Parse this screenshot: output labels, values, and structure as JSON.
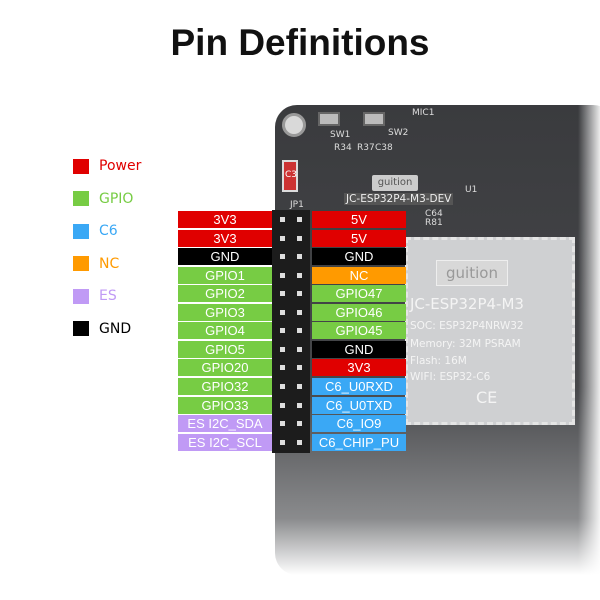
{
  "title": "Pin Definitions",
  "colors": {
    "Power": "#e00000",
    "GPIO": "#77cc44",
    "C6": "#3aa8f5",
    "NC": "#ff9a00",
    "ES": "#c09af5",
    "GND": "#000000"
  },
  "legend": [
    {
      "label": "Power",
      "color": "#e00000"
    },
    {
      "label": "GPIO",
      "color": "#77cc44"
    },
    {
      "label": "C6",
      "color": "#3aa8f5"
    },
    {
      "label": "NC",
      "color": "#ff9a00"
    },
    {
      "label": "ES",
      "color": "#c09af5"
    },
    {
      "label": "GND",
      "color": "#000000"
    }
  ],
  "pins": {
    "left": [
      {
        "label": "3V3",
        "group": "Power"
      },
      {
        "label": "3V3",
        "group": "Power"
      },
      {
        "label": "GND",
        "group": "GND"
      },
      {
        "label": "GPIO1",
        "group": "GPIO"
      },
      {
        "label": "GPIO2",
        "group": "GPIO"
      },
      {
        "label": "GPIO3",
        "group": "GPIO"
      },
      {
        "label": "GPIO4",
        "group": "GPIO"
      },
      {
        "label": "GPIO5",
        "group": "GPIO"
      },
      {
        "label": "GPIO20",
        "group": "GPIO"
      },
      {
        "label": "GPIO32",
        "group": "GPIO"
      },
      {
        "label": "GPIO33",
        "group": "GPIO"
      },
      {
        "label": "ES I2C_SDA",
        "group": "ES"
      },
      {
        "label": "ES I2C_SCL",
        "group": "ES"
      }
    ],
    "right": [
      {
        "label": "5V",
        "group": "Power"
      },
      {
        "label": "5V",
        "group": "Power"
      },
      {
        "label": "GND",
        "group": "GND"
      },
      {
        "label": "NC",
        "group": "NC"
      },
      {
        "label": "GPIO47",
        "group": "GPIO"
      },
      {
        "label": "GPIO46",
        "group": "GPIO"
      },
      {
        "label": "GPIO45",
        "group": "GPIO"
      },
      {
        "label": "GND",
        "group": "GND"
      },
      {
        "label": "3V3",
        "group": "Power"
      },
      {
        "label": "C6_U0RXD",
        "group": "C6"
      },
      {
        "label": "C6_U0TXD",
        "group": "C6"
      },
      {
        "label": "C6_IO9",
        "group": "C6"
      },
      {
        "label": "C6_CHIP_PU",
        "group": "C6"
      }
    ]
  },
  "board": {
    "name": "JC-ESP32P4-M3-DEV",
    "logo": "guition",
    "header_ref": "JP1",
    "silk": [
      "SW1",
      "SW2",
      "MIC1",
      "R34",
      "R37",
      "C38",
      "C3",
      "C64",
      "R81",
      "U1"
    ]
  },
  "module": {
    "logo": "guition",
    "name": "JC-ESP32P4-M3",
    "soc": "SOC: ESP32P4NRW32",
    "memory": "Memory: 32M PSRAM",
    "flash": "Flash: 16M",
    "wifi": "WIFI: ESP32-C6",
    "marks": "CE"
  }
}
